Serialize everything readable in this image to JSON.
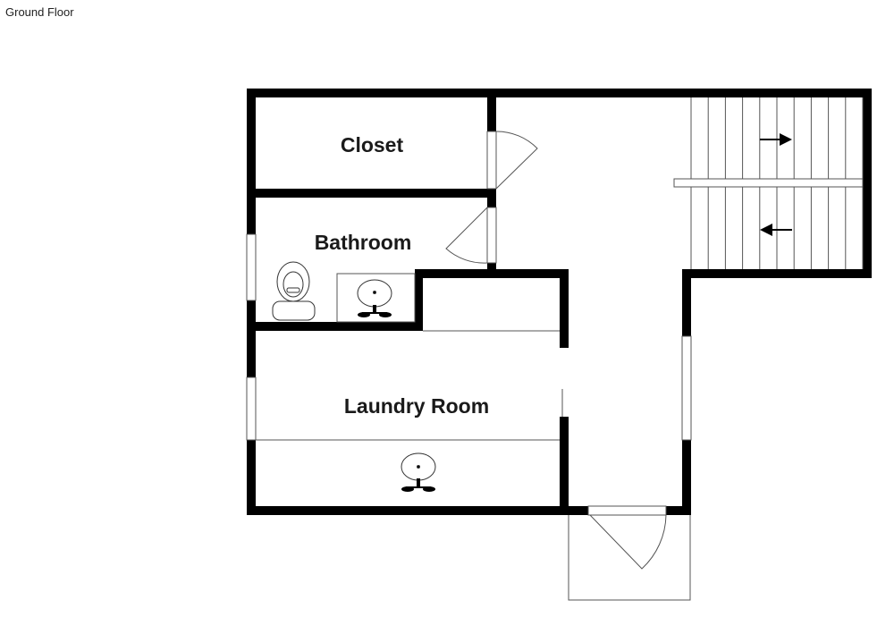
{
  "floor_title": "Ground Floor",
  "rooms": {
    "closet": "Closet",
    "bathroom": "Bathroom",
    "laundry": "Laundry Room"
  },
  "icons": {
    "toilet": "toilet-icon",
    "bathroom_sink": "sink-icon",
    "laundry_sink": "sink-icon",
    "stairs_up_arrow": "arrow-right-icon",
    "stairs_down_arrow": "arrow-left-icon"
  },
  "colors": {
    "wall": "#000000",
    "line": "#555555",
    "background": "#ffffff"
  }
}
